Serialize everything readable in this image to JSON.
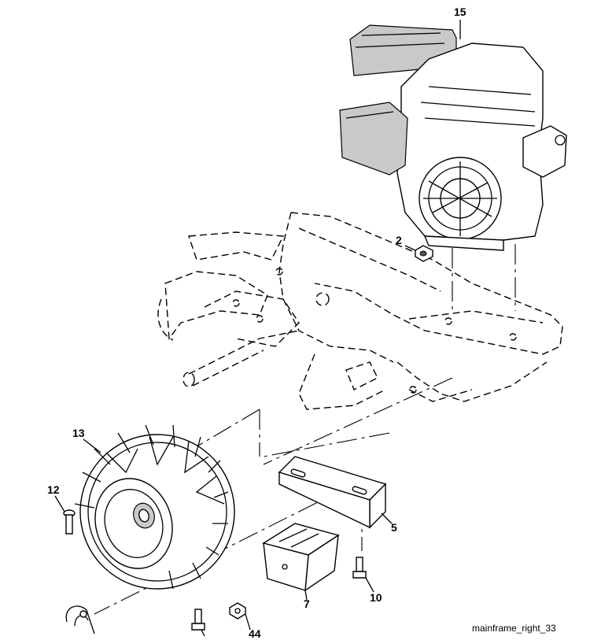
{
  "callouts": {
    "c15": "15",
    "c2": "2",
    "c13": "13",
    "c12": "12",
    "c5": "5",
    "c7": "7",
    "c10": "10",
    "c44": "44"
  },
  "caption": "mainframe_right_33"
}
